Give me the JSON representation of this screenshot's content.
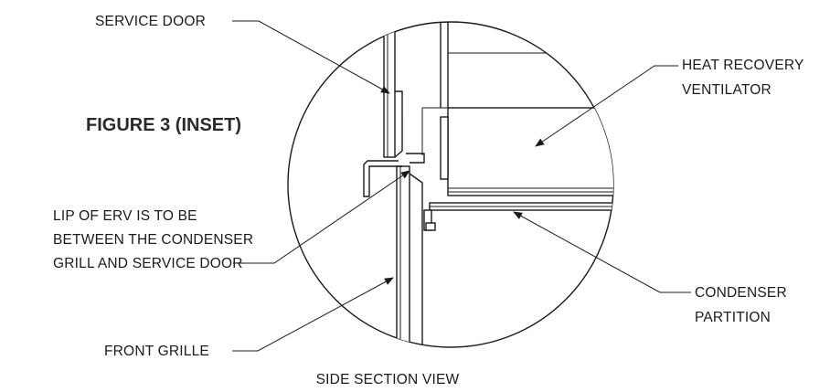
{
  "figure_title": "FIGURE 3 (INSET)",
  "view_caption": "SIDE SECTION VIEW",
  "labels": {
    "service_door": "SERVICE DOOR",
    "hrv_line1": "HEAT RECOVERY",
    "hrv_line2": "VENTILATOR",
    "lip_line1": "LIP OF ERV IS TO BE",
    "lip_line2": "BETWEEN THE CONDENSER",
    "lip_line3": "GRILL AND SERVICE DOOR",
    "condenser_line1": "CONDENSER",
    "condenser_line2": "PARTITION",
    "front_grille": "FRONT GRILLE"
  }
}
